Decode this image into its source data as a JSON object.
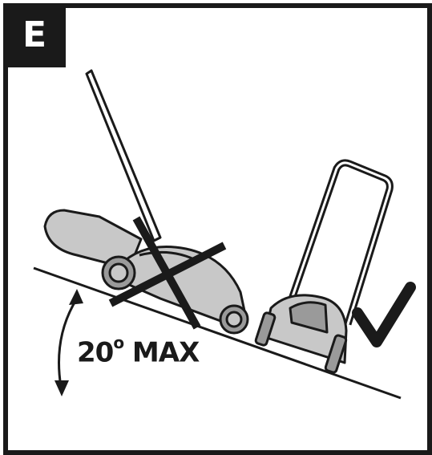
{
  "panel": {
    "label": "E"
  },
  "angle": {
    "value": "20",
    "unit": "o",
    "max_label": "MAX"
  },
  "colors": {
    "ink": "#1a1a1a",
    "mower_fill": "#c8c8c8",
    "mower_dark": "#9a9a9a",
    "background": "#ffffff"
  },
  "icons": [
    "prohibited-cross-icon",
    "check-mark-icon",
    "double-arrow-icon"
  ]
}
